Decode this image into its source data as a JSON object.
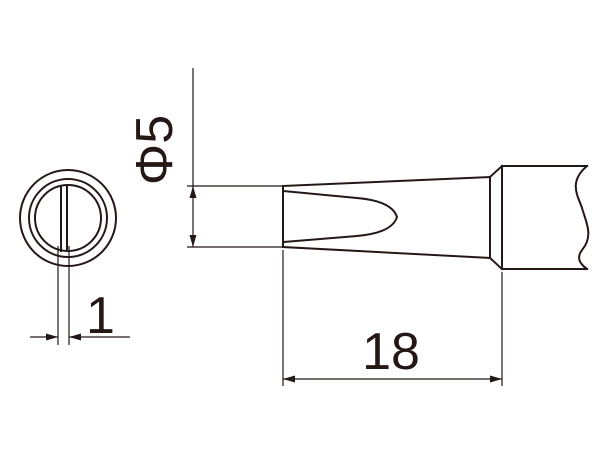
{
  "dimensions": {
    "diameter": {
      "symbol": "Φ",
      "value": "5"
    },
    "flat_width": {
      "value": "1"
    },
    "length": {
      "value": "18"
    }
  },
  "colors": {
    "line": "#231815",
    "background": "#ffffff"
  }
}
